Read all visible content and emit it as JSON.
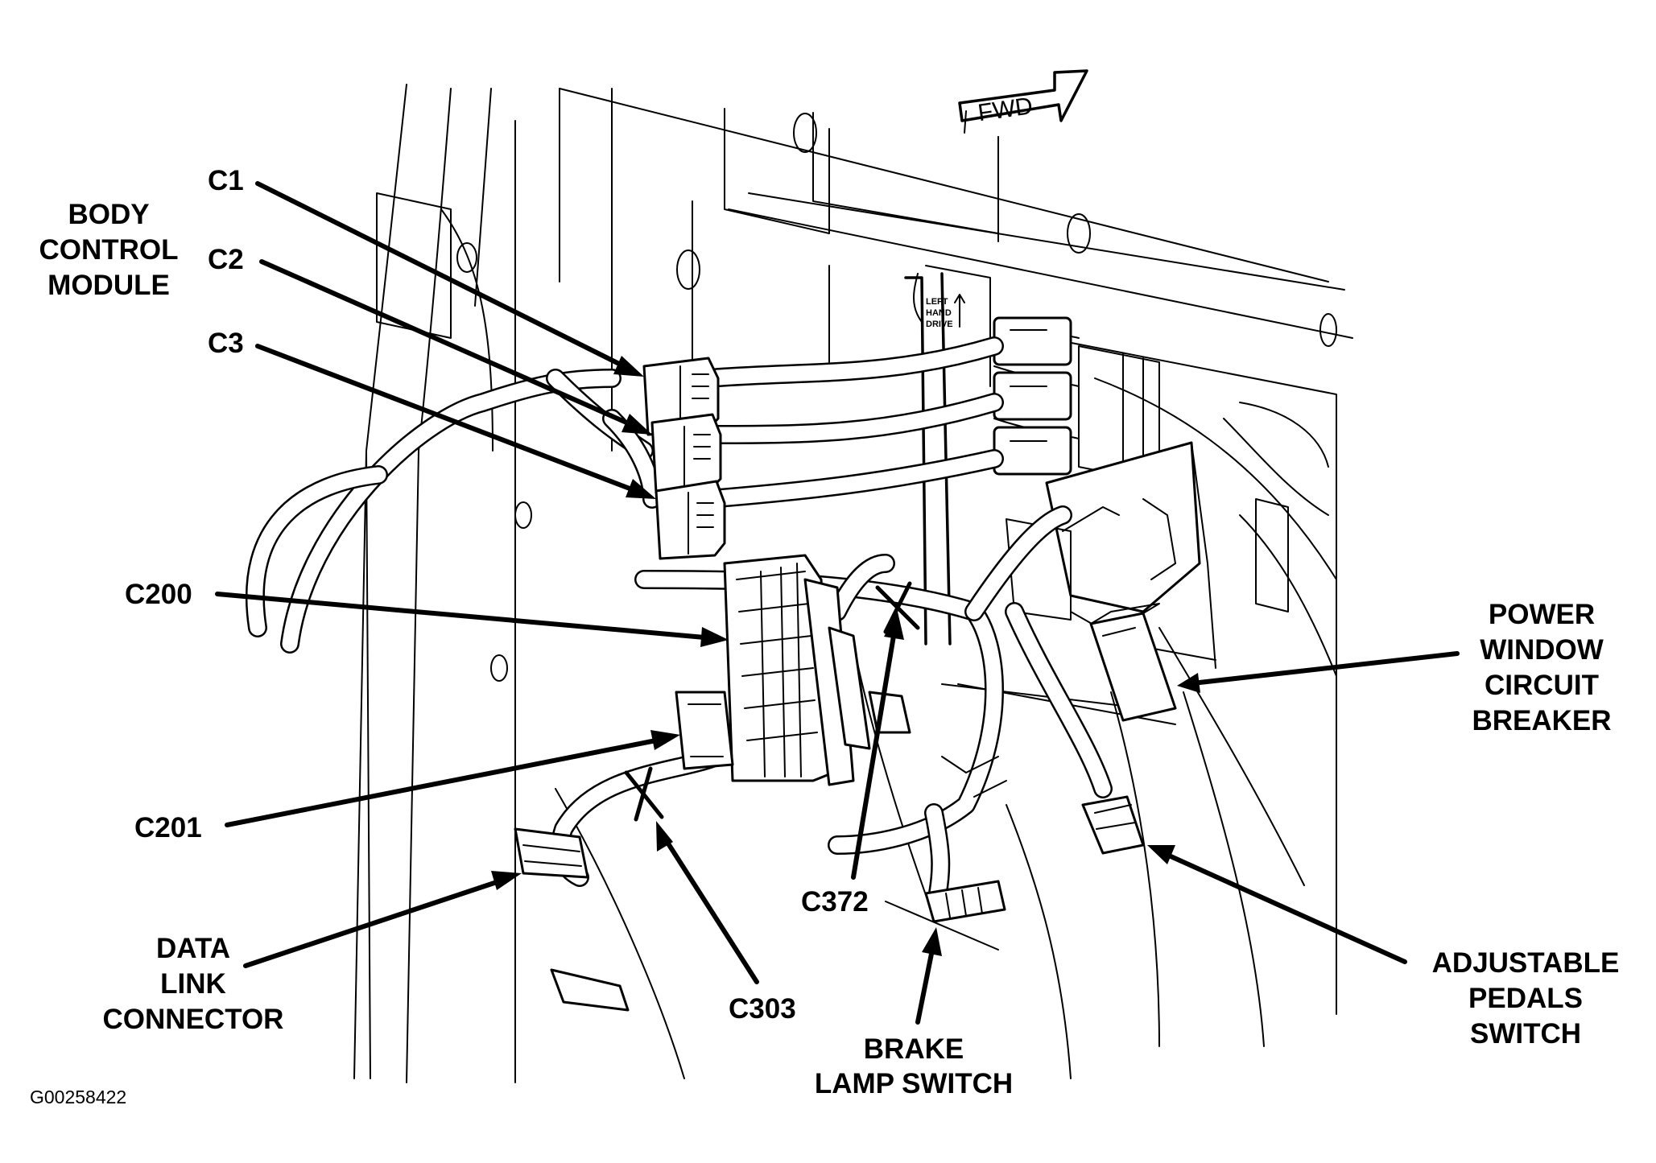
{
  "figure_id": "G00258422",
  "direction_stamp": "FWD",
  "bracket_marking": [
    "LEFT",
    "HAND",
    "DRIVE"
  ],
  "labels": {
    "body_control_module": [
      "BODY",
      "CONTROL",
      "MODULE"
    ],
    "c1": "C1",
    "c2": "C2",
    "c3": "C3",
    "c200": "C200",
    "c201": "C201",
    "c303": "C303",
    "c372": "C372",
    "data_link_connector": [
      "DATA",
      "LINK",
      "CONNECTOR"
    ],
    "brake_lamp_switch": [
      "BRAKE",
      "LAMP SWITCH"
    ],
    "power_window_circuit_breaker": [
      "POWER",
      "WINDOW",
      "CIRCUIT",
      "BREAKER"
    ],
    "adjustable_pedals_switch": [
      "ADJUSTABLE",
      "PEDALS",
      "SWITCH"
    ]
  }
}
